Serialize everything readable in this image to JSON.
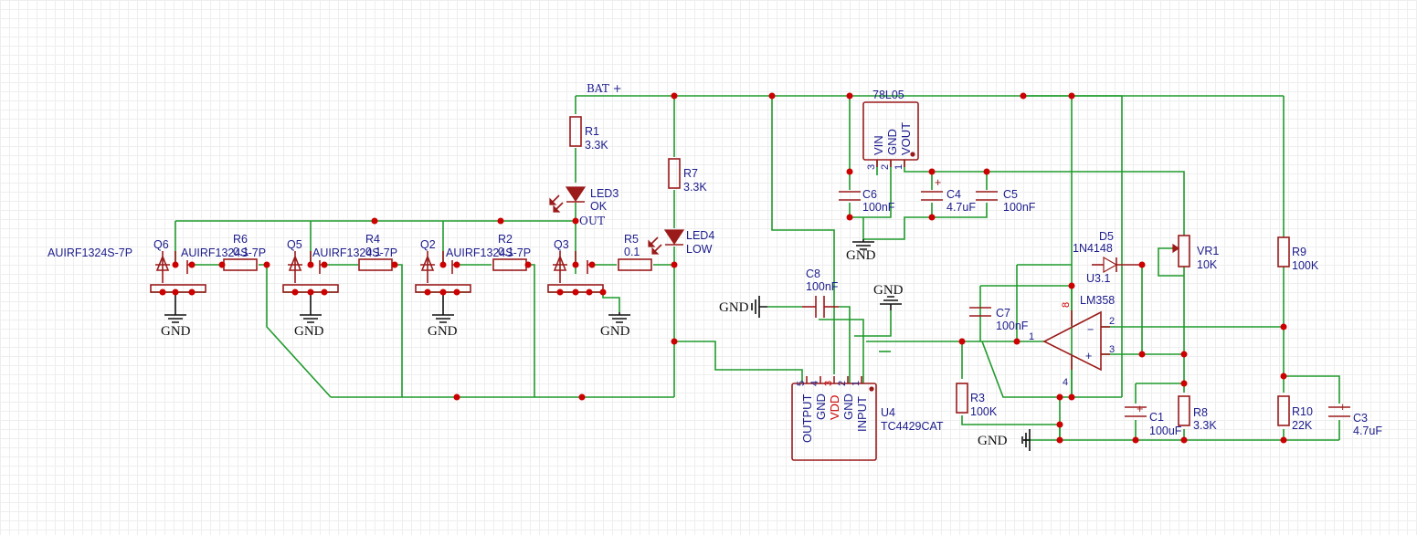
{
  "nets": {
    "bat_plus": "BAT +",
    "out": "OUT"
  },
  "ground_label": "GND",
  "resistors": [
    {
      "ref": "R1",
      "value": "3.3K"
    },
    {
      "ref": "R7",
      "value": "3.3K"
    },
    {
      "ref": "R6",
      "value": "0.1"
    },
    {
      "ref": "R4",
      "value": "0.1"
    },
    {
      "ref": "R2",
      "value": "0.1"
    },
    {
      "ref": "R5",
      "value": "0.1"
    },
    {
      "ref": "R3",
      "value": "100K"
    },
    {
      "ref": "R8",
      "value": "3.3K"
    },
    {
      "ref": "R9",
      "value": "100K"
    },
    {
      "ref": "R10",
      "value": "22K"
    }
  ],
  "capacitors": [
    {
      "ref": "C6",
      "value": "100nF"
    },
    {
      "ref": "C4",
      "value": "4.7uF"
    },
    {
      "ref": "C5",
      "value": "100nF"
    },
    {
      "ref": "C8",
      "value": "100nF"
    },
    {
      "ref": "C7",
      "value": "100nF"
    },
    {
      "ref": "C1",
      "value": "100uF"
    },
    {
      "ref": "C3",
      "value": "4.7uF"
    }
  ],
  "leds": [
    {
      "ref": "LED3",
      "value": "OK"
    },
    {
      "ref": "LED4",
      "value": "LOW"
    }
  ],
  "mosfets": [
    {
      "ref": "Q6",
      "part": "AUIRF1324S-7P"
    },
    {
      "ref": "Q5",
      "part": "AUIRF1324S-7P"
    },
    {
      "ref": "Q2",
      "part": "AUIRF1324S-7P"
    },
    {
      "ref": "Q3",
      "part": ""
    }
  ],
  "regulator": {
    "part": "78L05",
    "pin_vin": "VIN",
    "pin_gnd": "GND",
    "pin_vout": "VOUT",
    "n3": "3",
    "n2": "2",
    "n1": "1"
  },
  "diode": {
    "ref": "D5",
    "value": "1N4148"
  },
  "pot": {
    "ref": "VR1",
    "value": "10K"
  },
  "opamp": {
    "ref": "U3.1",
    "part": "LM358",
    "p8": "8",
    "p4": "4",
    "p1": "1",
    "p2": "2",
    "p3": "3",
    "minus": "−",
    "plus": "+"
  },
  "driver": {
    "ref": "U4",
    "part": "TC4429CAT",
    "pins": [
      {
        "num": "5",
        "name": "OUTPUT"
      },
      {
        "num": "4",
        "name": "GND"
      },
      {
        "num": "3",
        "name": "VDD"
      },
      {
        "num": "2",
        "name": "GND"
      },
      {
        "num": "1",
        "name": "INPUT"
      }
    ]
  },
  "colors": {
    "wire": "#1f9b2b",
    "component": "#9b1a1a",
    "junction": "#cc0000",
    "label": "#1c1c8c",
    "grid": "#eeeeee"
  }
}
